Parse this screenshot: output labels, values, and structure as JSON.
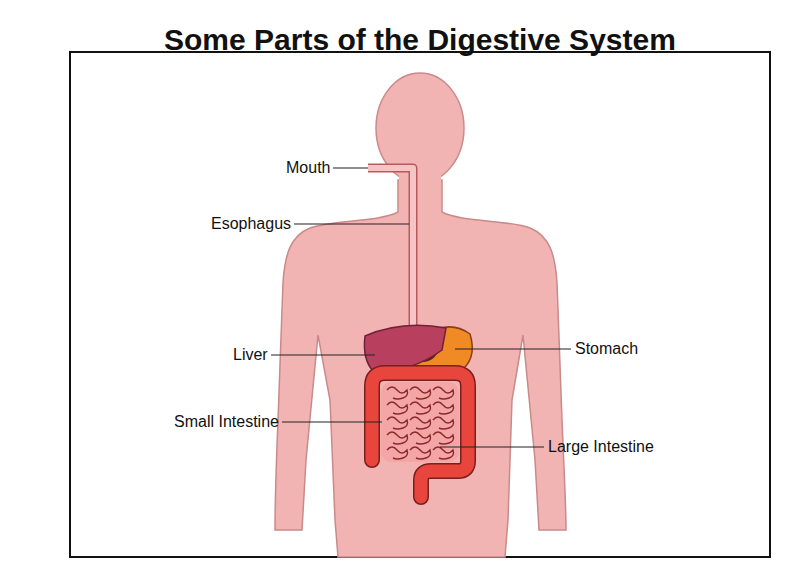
{
  "diagram": {
    "title": "Some Parts of the Digestive System",
    "labels": [
      "Mouth",
      "Esophagus",
      "Liver",
      "Stomach",
      "Small Intestine",
      "Large Intestine"
    ]
  }
}
